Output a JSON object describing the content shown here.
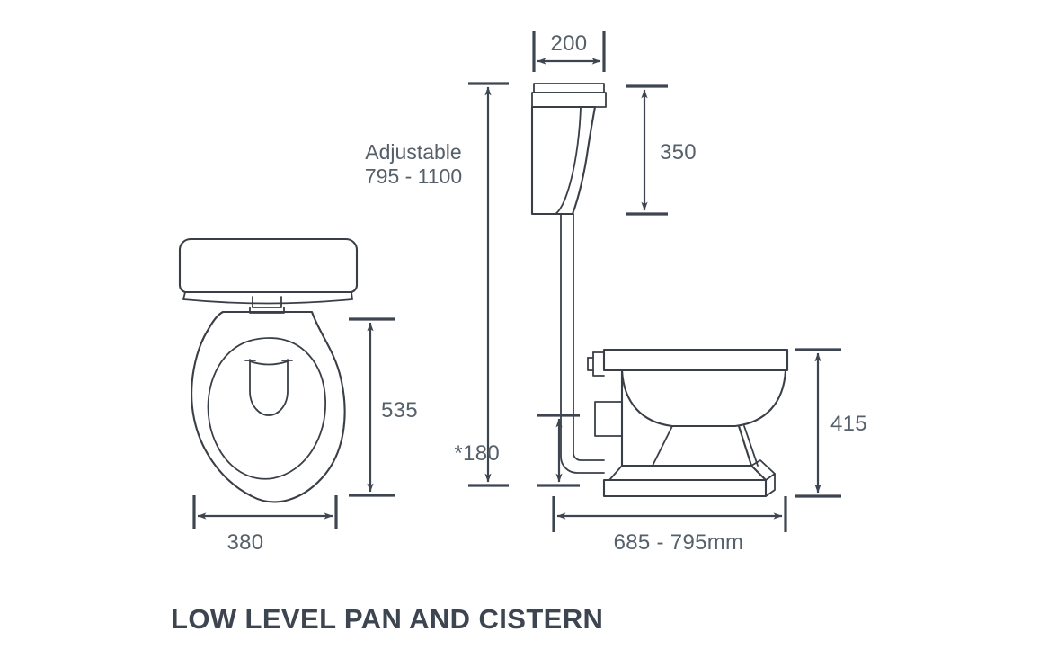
{
  "document": {
    "title": "LOW LEVEL PAN AND CISTERN",
    "background_color": "#ffffff",
    "line_color": "#3a3f47",
    "text_color": "#56606b",
    "title_color": "#3d4550"
  },
  "views": {
    "plan": {
      "name": "plan-view",
      "description": "Top-down plan view of pan with cistern behind",
      "parts": [
        "cistern-plan",
        "seat-hinge-connector",
        "pan-outline-plan",
        "seat-ring-plan",
        "water-spot-plan"
      ]
    },
    "elevation": {
      "name": "side-elevation-view",
      "description": "Side elevation of low level cistern, flush pipe and pan",
      "parts": [
        "cistern-elevation",
        "cistern-lid",
        "flush-pipe",
        "pan-rim",
        "pan-bowl",
        "pan-pedestal",
        "pan-base",
        "waste-outlet"
      ]
    }
  },
  "dimensions": {
    "cistern_width": {
      "label": "200",
      "orientation": "horizontal",
      "view": "elevation"
    },
    "cistern_height": {
      "label": "350",
      "orientation": "vertical",
      "view": "elevation"
    },
    "adjustable_height": {
      "label_line1": "Adjustable",
      "label_line2": "795 - 1100",
      "orientation": "vertical",
      "view": "elevation"
    },
    "pan_projection": {
      "label": "685 - 795mm",
      "orientation": "horizontal",
      "view": "elevation"
    },
    "pan_height": {
      "label": "415",
      "orientation": "vertical",
      "view": "elevation"
    },
    "waste_height": {
      "label": "*180",
      "orientation": "vertical",
      "view": "elevation"
    },
    "pan_depth_plan": {
      "label": "535",
      "orientation": "vertical",
      "view": "plan"
    },
    "pan_width_plan": {
      "label": "380",
      "orientation": "horizontal",
      "view": "plan"
    }
  }
}
